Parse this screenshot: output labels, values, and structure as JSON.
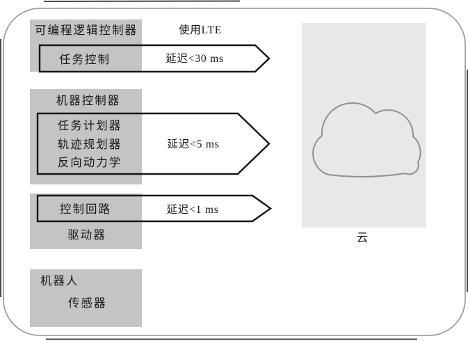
{
  "figure": {
    "plc": {
      "title": "可编程逻辑控制器",
      "inner_box": "任务控制"
    },
    "lte_note": "使用LTE",
    "latency_plc": "延迟<30 ms",
    "machine_controller": {
      "title": "机器控制器",
      "items": [
        "任务计划器",
        "轨迹规划器",
        "反向动力学"
      ]
    },
    "latency_mc": "延迟<5 ms",
    "control": {
      "loop": "控制回路",
      "driver": "驱动器"
    },
    "latency_loop": "延迟<1 ms",
    "robot": {
      "title": "机器人",
      "sensor": "传感器"
    },
    "cloud": {
      "label": "云"
    },
    "colors": {
      "panel_fill": "#c4c4c4",
      "cloud_panel_fill": "#e8e8e8",
      "cloud_outline": "#8f8f8f",
      "arrow_stroke": "#161616",
      "rounded_frame_stroke": "#9e9e9e",
      "outer_edge_stroke": "#4a4a4a",
      "text_color": "#161616",
      "background": "#ffffff"
    }
  }
}
